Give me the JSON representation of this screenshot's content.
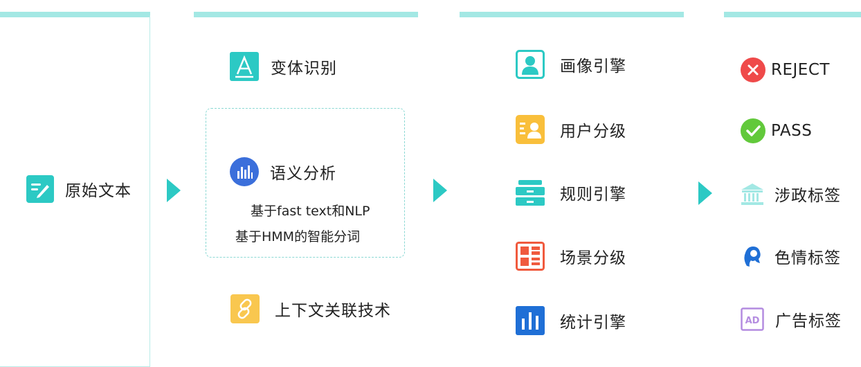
{
  "stages": {
    "input": {
      "label": "原始文本",
      "icon": "edit-icon"
    },
    "analysis": {
      "variant": {
        "label": "变体识别",
        "icon": "letter-a-icon"
      },
      "semantic": {
        "label": "语义分析",
        "icon": "bar-chart-circle-icon",
        "details": [
          "基于fast text和NLP",
          "基于HMM的智能分词"
        ]
      },
      "context": {
        "label": "上下文关联技术",
        "icon": "link-icon"
      }
    },
    "engines": [
      {
        "label": "画像引擎",
        "icon": "user-portrait-icon",
        "color": "#2cc9c4"
      },
      {
        "label": "用户分级",
        "icon": "user-card-icon",
        "color": "#f9bf3b"
      },
      {
        "label": "规则引擎",
        "icon": "drawer-icon",
        "color": "#2cc9c4"
      },
      {
        "label": "场景分级",
        "icon": "layout-grid-icon",
        "color": "#f05a3e"
      },
      {
        "label": "统计引擎",
        "icon": "bar-chart-icon",
        "color": "#1f6fd6"
      }
    ],
    "results": [
      {
        "label": "REJECT",
        "icon": "reject-icon",
        "color": "#ef4a4a"
      },
      {
        "label": "PASS",
        "icon": "check-icon",
        "color": "#62c93b"
      },
      {
        "label": "涉政标签",
        "icon": "government-building-icon",
        "color": "#a3e8e4"
      },
      {
        "label": "色情标签",
        "icon": "woman-silhouette-icon",
        "color": "#1f6fd6"
      },
      {
        "label": "广告标签",
        "icon": "ad-badge-icon",
        "color": "#b48ce0"
      }
    ]
  },
  "colors": {
    "accent": "#2cc9c4",
    "header_bar": "#a3e8e4",
    "dashed_border": "#8ad8d3"
  }
}
